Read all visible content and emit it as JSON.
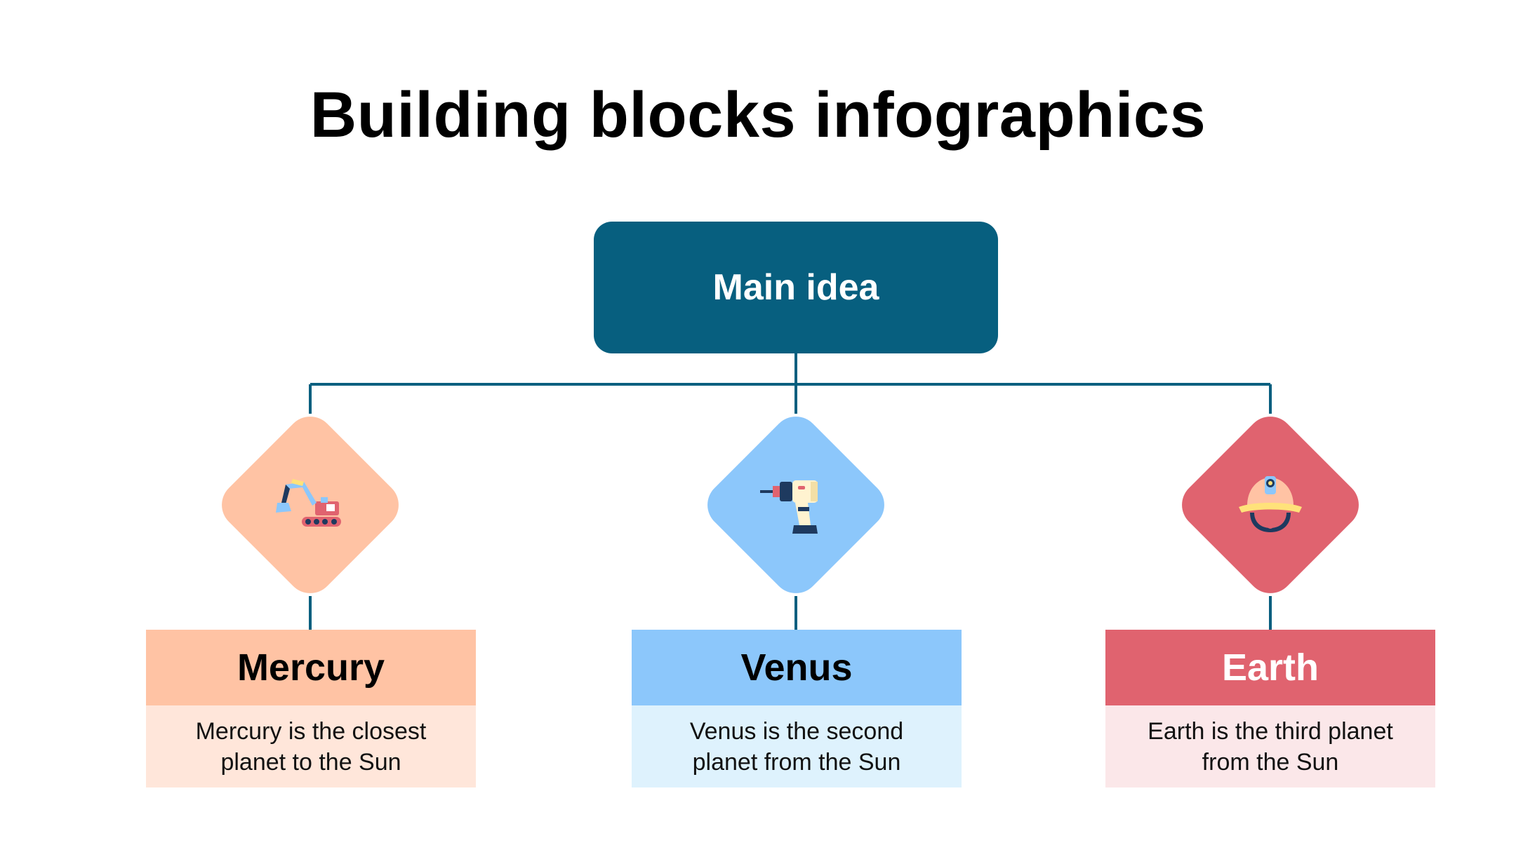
{
  "title": "Building blocks infographics",
  "main": {
    "label": "Main idea",
    "color": "#075f7f"
  },
  "line_color": "#075f7f",
  "items": [
    {
      "name": "Mercury",
      "description": "Mercury is the closest planet to the Sun",
      "icon": "excavator-icon",
      "diamond_color": "#ffc3a4",
      "label_bg": "#ffc3a4",
      "label_color": "#000000",
      "desc_bg": "#ffe6da"
    },
    {
      "name": "Venus",
      "description": "Venus is the second planet from the Sun",
      "icon": "drill-icon",
      "diamond_color": "#8cc7fb",
      "label_bg": "#8cc7fb",
      "label_color": "#000000",
      "desc_bg": "#def2fd"
    },
    {
      "name": "Earth",
      "description": "Earth is the third planet from the Sun",
      "icon": "miner-helmet-icon",
      "diamond_color": "#e0636f",
      "label_bg": "#e0636f",
      "label_color": "#ffffff",
      "desc_bg": "#fbe7e9"
    }
  ]
}
